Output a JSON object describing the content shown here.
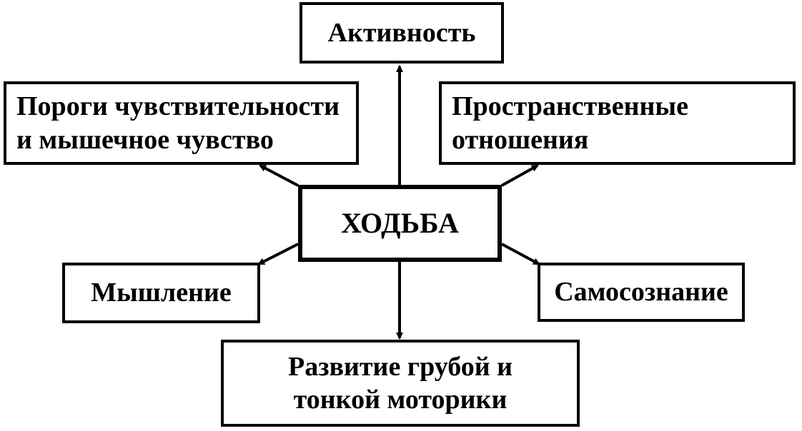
{
  "diagram": {
    "center": {
      "label": "ХОДЬБА"
    },
    "nodes": {
      "activity": {
        "label": "Активность"
      },
      "thresholds": {
        "line1": "Пороги чувствительности",
        "line2": "и мышечное чувство"
      },
      "spatial": {
        "line1": "Пространственные",
        "line2": "отношения"
      },
      "thinking": {
        "label": "Мышление"
      },
      "self_awareness": {
        "label": "Самосознание"
      },
      "motor": {
        "line1": "Развитие грубой и",
        "line2": "тонкой моторики"
      }
    },
    "edges": [
      {
        "from": "center",
        "to": "activity"
      },
      {
        "from": "center",
        "to": "thresholds"
      },
      {
        "from": "center",
        "to": "spatial"
      },
      {
        "from": "center",
        "to": "thinking"
      },
      {
        "from": "center",
        "to": "self_awareness"
      },
      {
        "from": "center",
        "to": "motor"
      }
    ],
    "colors": {
      "line": "#000000",
      "background": "#ffffff",
      "text": "#000000"
    }
  }
}
